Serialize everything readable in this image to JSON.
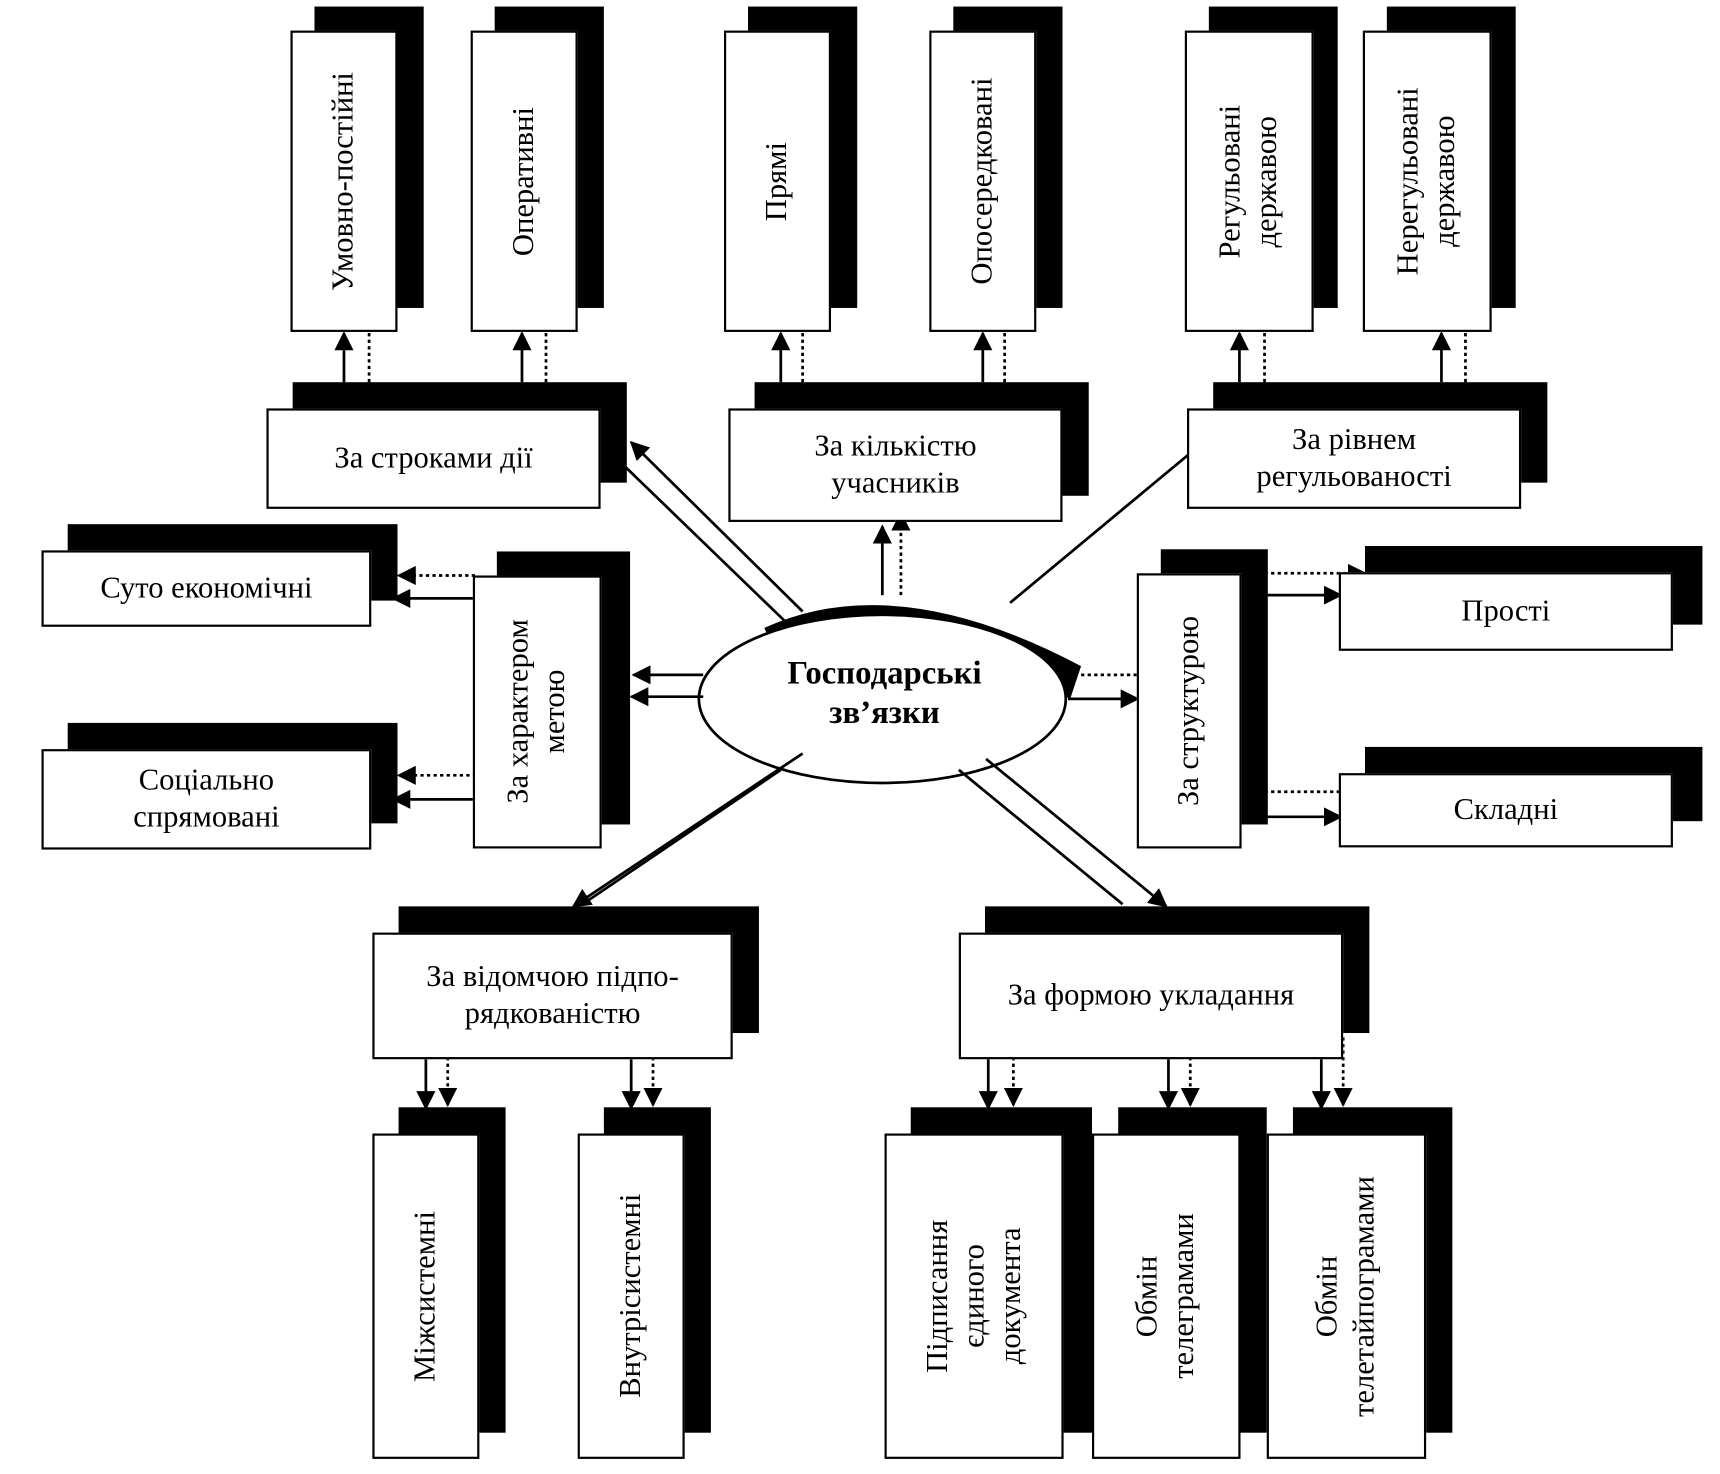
{
  "center": "Господарські\nзв’язки",
  "categories": {
    "terms": "За строками дії",
    "participants": "За кількістю\nучасників",
    "regulation": "За рівнем\nрегульованості",
    "purpose": "За характером\nметою",
    "structure": "За структурою",
    "subordination": "За відомчою підпо-\nрядкованістю",
    "form": "За формою укладання"
  },
  "leaves": {
    "conditionally_permanent": "Умовно-постійні",
    "operational": "Оперативні",
    "direct": "Прямі",
    "indirect": "Опосередковані",
    "state_regulated": "Регульовані\nдержавою",
    "state_unregulated": "Нерегульовані\nдержавою",
    "purely_economic": "Суто економічні",
    "socially_oriented": "Соціально\nспрямовані",
    "simple": "Прості",
    "complex": "Складні",
    "intersystem": "Міжсистемні",
    "intrasystem": "Внутрісистемні",
    "single_document": "Підписання\nєдиного\nдокумента",
    "telegram_exchange": "Обмін\nтелеграмами",
    "teletype_exchange": "Обмін\nтелетайпограмами"
  }
}
